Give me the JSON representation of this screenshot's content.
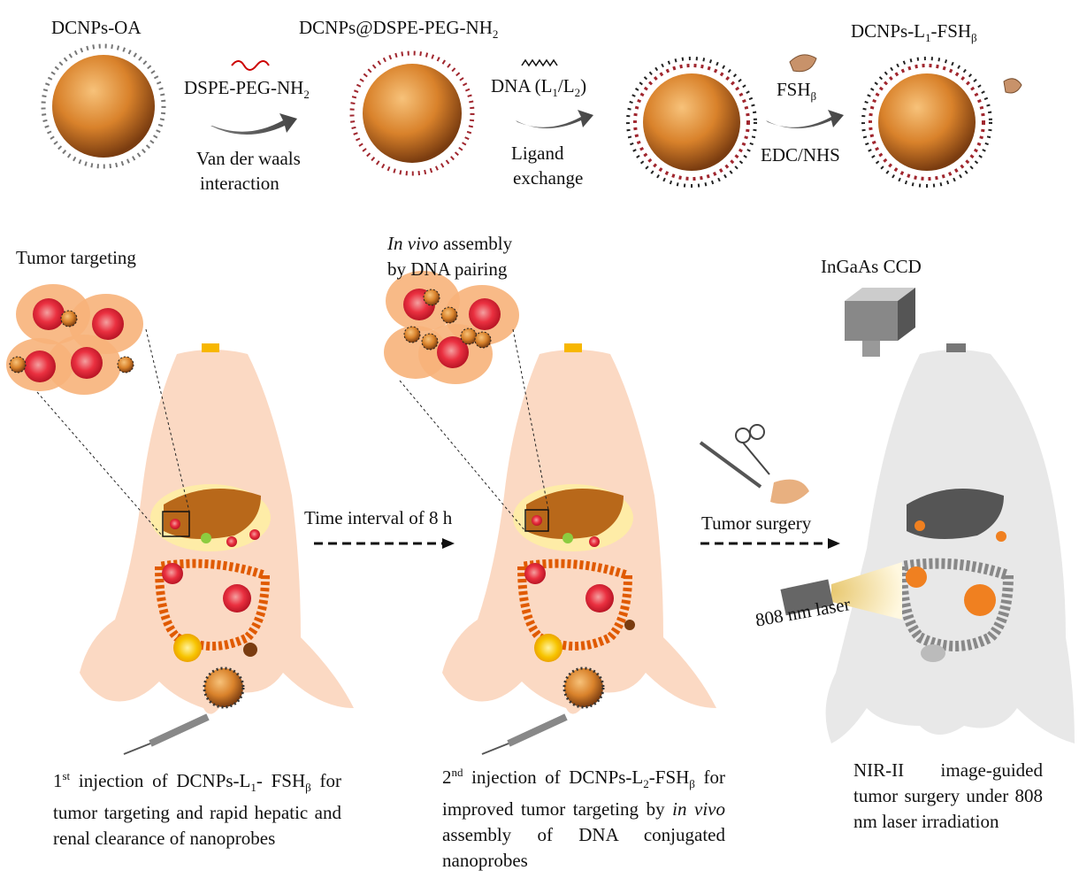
{
  "top": {
    "np1": {
      "pre": "DCNPs-OA"
    },
    "np2": {
      "pre": "DCNPs@DSPE-PEG-NH",
      "sub": "2"
    },
    "np4": {
      "pre": "DCNPs-L",
      "sub1": "1",
      "mid": "-FSH",
      "sub2": "β"
    },
    "step1": {
      "reagent_pre": "DSPE-PEG-NH",
      "reagent_sub": "2",
      "line1": "Van der waals",
      "line2": "interaction"
    },
    "step2": {
      "reagent_pre": "DNA (L",
      "s1": "1",
      "slash": "/L",
      "s2": "2",
      "close": ")",
      "line1": "Ligand",
      "line2": "exchange"
    },
    "step3": {
      "reagent_pre": "FSH",
      "reagent_sub": "β",
      "line1": "EDC/NHS"
    }
  },
  "panels": {
    "left": {
      "label": "Tumor targeting",
      "caption": {
        "sup": "st",
        "pre_num": "1",
        "a": " injection of  DCNPs-L",
        "s1": "1",
        "b": "- FSH",
        "s2": "β",
        "rest": " for tumor targeting and  rapid hepatic and renal clearance of nanoprobes"
      }
    },
    "middle": {
      "label_em": "In vivo",
      "label_rest": " assembly",
      "label_line2": "by DNA pairing",
      "caption": {
        "pre_num": "2",
        "sup": "nd",
        "a": " injection of DCNPs-L",
        "s1": "2",
        "b": "-FSH",
        "s2": "β",
        "c": " for  improved tumor targeting by ",
        "em": "in vivo",
        "d": " assembly of DNA conjugated nanoprobes"
      }
    },
    "right": {
      "label": "InGaAs CCD",
      "laser": "808 nm laser",
      "caption": "NIR-II image-guided tumor surgery under 808 nm laser irradiation"
    }
  },
  "arrows": {
    "time": "Time interval of 8 h",
    "surgery": "Tumor surgery"
  },
  "colors": {
    "particle": "#d9822b",
    "dna": "#a0262e",
    "mouse": "#fbd9c3",
    "tumor": "#e82030",
    "gray_mouse": "#e8e8e8"
  }
}
